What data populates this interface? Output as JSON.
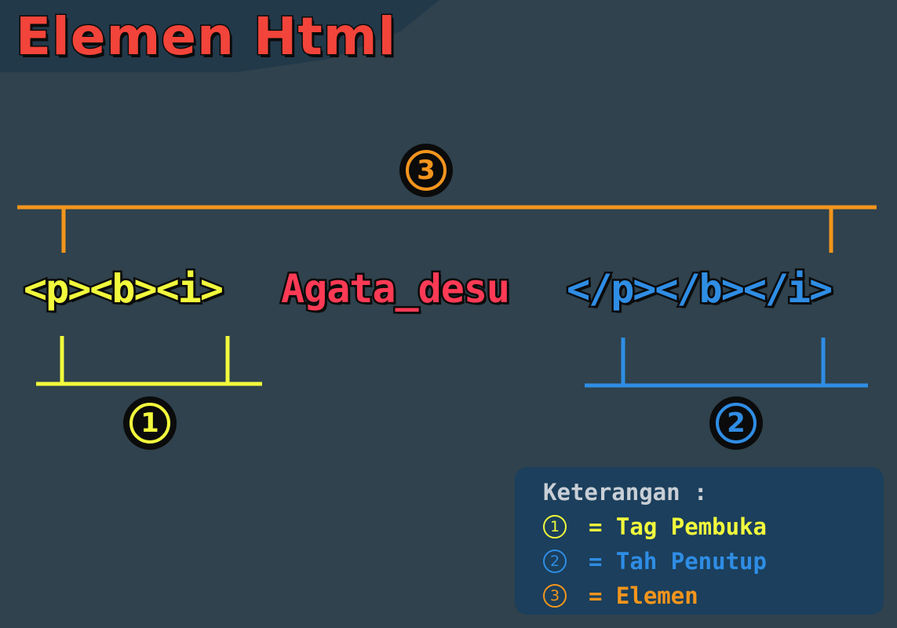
{
  "title": "Elemen Html",
  "colors": {
    "background": "#2f424d",
    "corner_shape": "#22394a",
    "title": "#f2443a",
    "opening": "#f1fa3c",
    "content": "#ff3a55",
    "closing": "#2f8de4",
    "element": "#f3951d",
    "legend_bg": "#1b3f5c",
    "legend_title": "#c9cfd6"
  },
  "code": {
    "opening_tags": "<p><b><i>",
    "content": "Agata_desu",
    "closing_tags": "</p></b></i>"
  },
  "markers": {
    "opening": "1",
    "closing": "2",
    "element": "3"
  },
  "legend": {
    "title": "Keterangan :",
    "items": [
      {
        "marker": "1",
        "text": "= Tag Pembuka"
      },
      {
        "marker": "2",
        "text": "= Tah Penutup"
      },
      {
        "marker": "3",
        "text": "= Elemen"
      }
    ]
  }
}
